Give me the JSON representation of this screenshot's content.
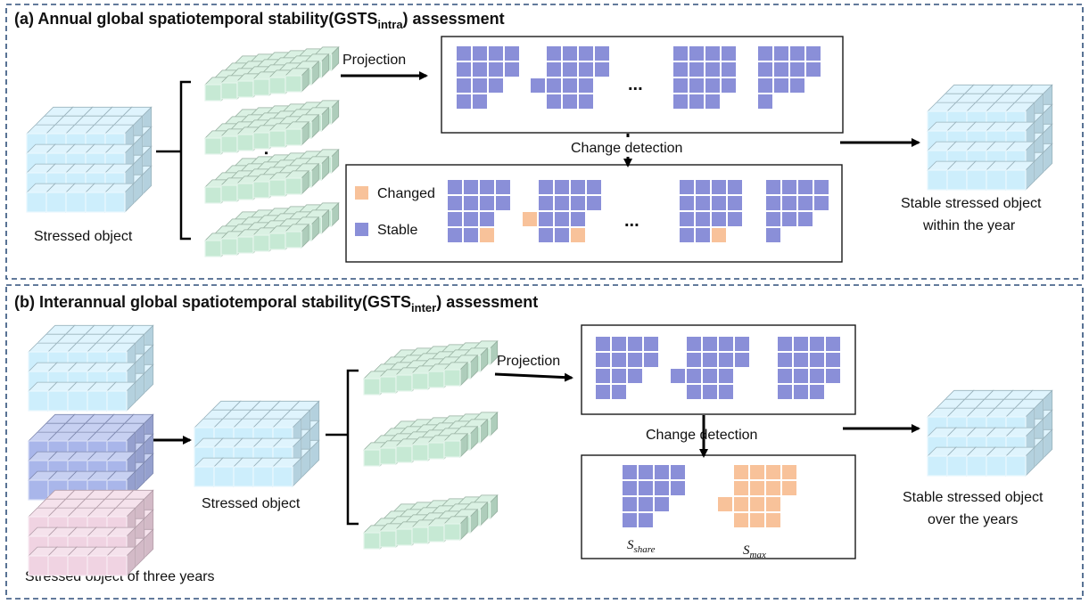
{
  "panel_a": {
    "title_prefix": "(a) Annual global spatiotemporal stability(GSTS",
    "title_sub": "intra",
    "title_suffix": ") assessment",
    "input_label": "Stressed object",
    "projection_label": "Projection",
    "change_label": "Change detection",
    "legend": {
      "changed": "Changed",
      "stable": "Stable"
    },
    "ellipsis": "...",
    "output_label_line1": "Stable stressed object",
    "output_label_line2": "within the year"
  },
  "panel_b": {
    "title_prefix": "(b) Interannual global spatiotemporal stability(GSTS",
    "title_sub": "inter",
    "title_suffix": ") assessment",
    "years_label": "Stressed object  of three years",
    "input_label": "Stressed object",
    "projection_label": "Projection",
    "change_label": "Change detection",
    "s_share": {
      "base": "S",
      "sub": "share"
    },
    "s_max": {
      "base": "S",
      "sub": "max"
    },
    "output_label_line1": "Stable stressed object",
    "output_label_line2": "over the years"
  },
  "colors": {
    "stable": "#8a8fd8",
    "changed": "#f8c29a",
    "cube_blue": "#cdeefc",
    "cube_purple": "#a9b6ea",
    "cube_pink": "#f0d3e2",
    "slice_green": "#c6e9d4",
    "panel_border": "#2f4f7a"
  },
  "icons": [
    "cube-stack-icon",
    "slice-icon",
    "tile-grid-icon",
    "arrow-icon",
    "bracket-icon"
  ]
}
